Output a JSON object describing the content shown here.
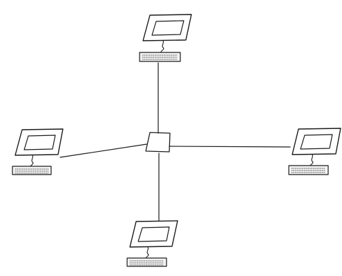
{
  "diagram": {
    "type": "star-network",
    "hub": {
      "id": "hub",
      "kind": "hub-switch"
    },
    "nodes": [
      {
        "id": "top",
        "kind": "workstation"
      },
      {
        "id": "left",
        "kind": "workstation"
      },
      {
        "id": "right",
        "kind": "workstation"
      },
      {
        "id": "bottom",
        "kind": "workstation"
      }
    ],
    "links": [
      {
        "from": "hub",
        "to": "top"
      },
      {
        "from": "hub",
        "to": "left"
      },
      {
        "from": "hub",
        "to": "right"
      },
      {
        "from": "hub",
        "to": "bottom"
      }
    ],
    "colors": {
      "line": "#1a1a1a",
      "background": "#ffffff",
      "keyboard_fill": "#f4f4f4"
    }
  }
}
